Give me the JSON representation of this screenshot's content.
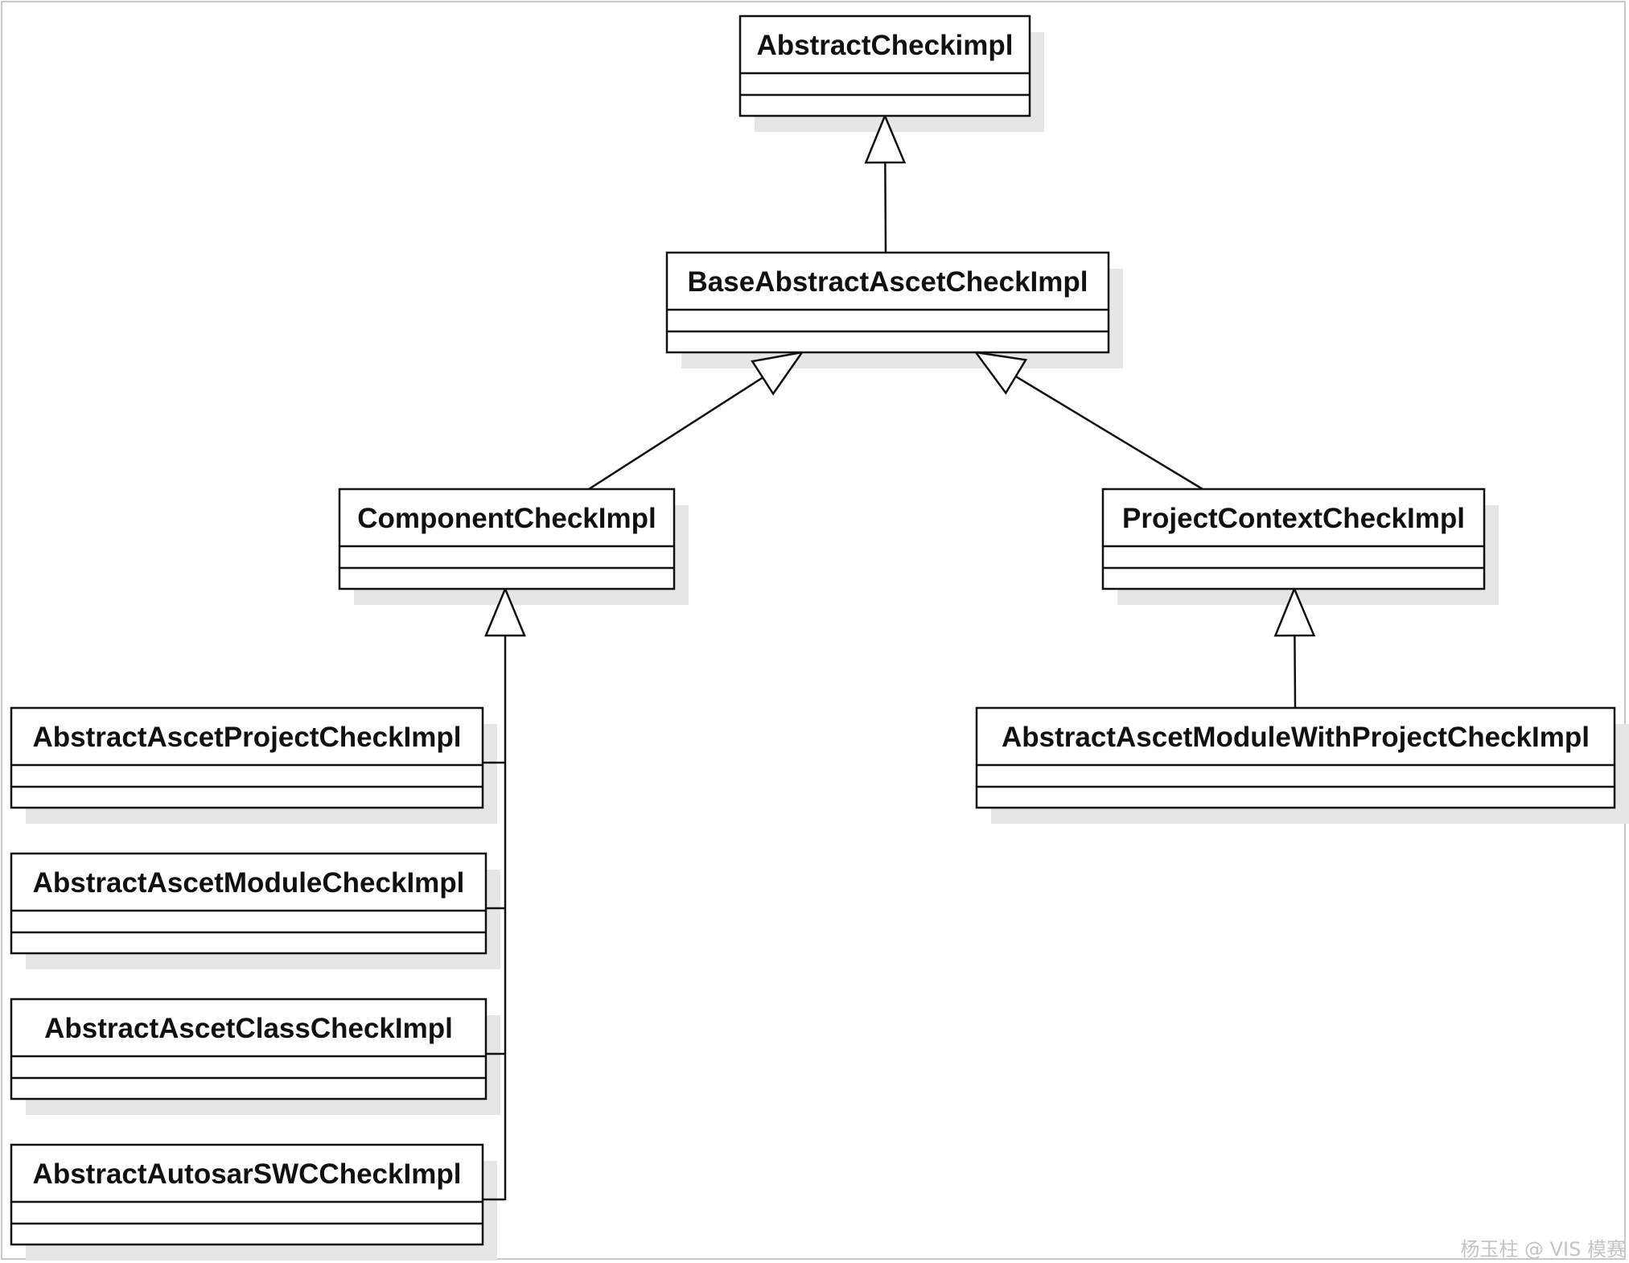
{
  "diagram": {
    "classes": [
      {
        "id": "abstract-check-impl",
        "name": "AbstractCheckimpl"
      },
      {
        "id": "base-abstract-ascet-check-impl",
        "name": "BaseAbstractAscetCheckImpl"
      },
      {
        "id": "component-check-impl",
        "name": "ComponentCheckImpl"
      },
      {
        "id": "project-context-check-impl",
        "name": "ProjectContextCheckImpl"
      },
      {
        "id": "abstract-ascet-project-check-impl",
        "name": "AbstractAscetProjectCheckImpl"
      },
      {
        "id": "abstract-ascet-module-check-impl",
        "name": "AbstractAscetModuleCheckImpl"
      },
      {
        "id": "abstract-ascet-class-check-impl",
        "name": "AbstractAscetClassCheckImpl"
      },
      {
        "id": "abstract-autosar-swc-check-impl",
        "name": "AbstractAutosarSWCCheckImpl"
      },
      {
        "id": "abstract-ascet-module-with-project-check-impl",
        "name": "AbstractAscetModuleWithProjectCheckImpl"
      }
    ],
    "relations": [
      {
        "type": "generalization",
        "from": "base-abstract-ascet-check-impl",
        "to": "abstract-check-impl"
      },
      {
        "type": "generalization",
        "from": "component-check-impl",
        "to": "base-abstract-ascet-check-impl"
      },
      {
        "type": "generalization",
        "from": "project-context-check-impl",
        "to": "base-abstract-ascet-check-impl"
      },
      {
        "type": "generalization",
        "from": "abstract-ascet-project-check-impl",
        "to": "component-check-impl"
      },
      {
        "type": "generalization",
        "from": "abstract-ascet-module-check-impl",
        "to": "component-check-impl"
      },
      {
        "type": "generalization",
        "from": "abstract-ascet-class-check-impl",
        "to": "component-check-impl"
      },
      {
        "type": "generalization",
        "from": "abstract-autosar-swc-check-impl",
        "to": "component-check-impl"
      },
      {
        "type": "generalization",
        "from": "abstract-ascet-module-with-project-check-impl",
        "to": "project-context-check-impl"
      }
    ]
  },
  "watermark": "杨玉柱 @ VIS 模赛",
  "colors": {
    "line": "#111111",
    "shadow": "#e6e6e6",
    "frame": "#c8c8c8"
  }
}
